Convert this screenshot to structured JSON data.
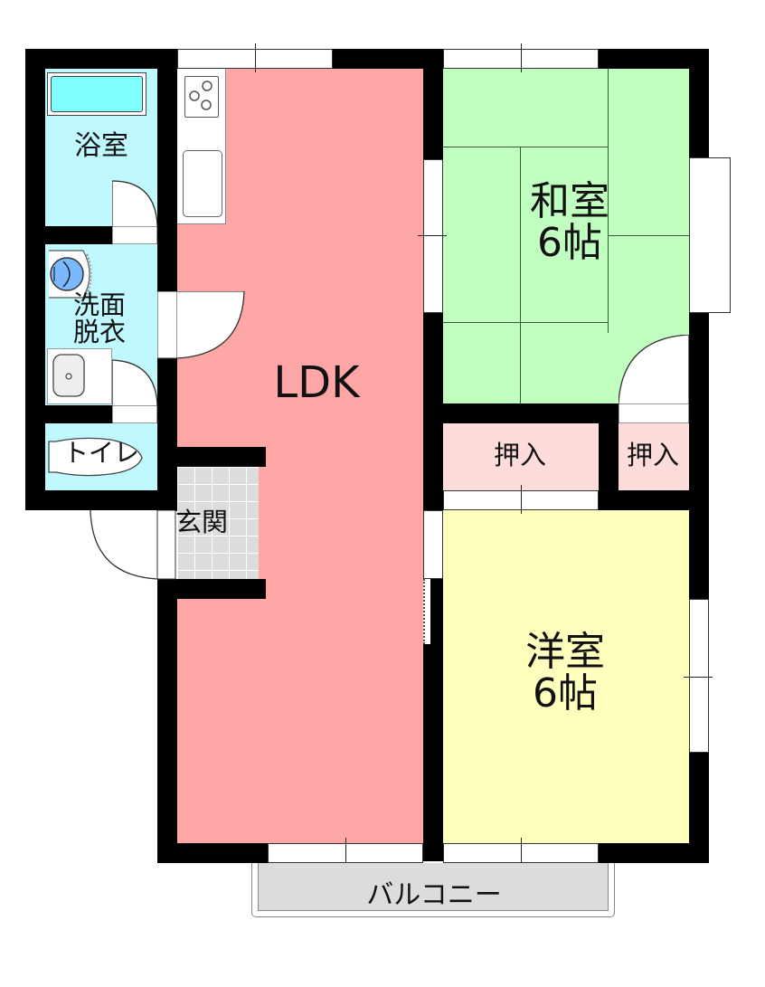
{
  "floorplan": {
    "colors": {
      "wall": "#000000",
      "ldk": "#ffa6a7",
      "washitsu": "#c0ffc0",
      "youshitsu": "#ffffbe",
      "wet_area": "#bff9ff",
      "closet": "#ffdcdc",
      "genkan": "#dcdcdc",
      "balcony": "#dcdcdc",
      "bathtub": "#80ffff",
      "washer": "#7ab8ff"
    },
    "rooms": {
      "bath": {
        "label": "浴室"
      },
      "washroom": {
        "label": "洗面\n脱衣"
      },
      "toilet": {
        "label": "トイレ"
      },
      "genkan": {
        "label": "玄関"
      },
      "ldk": {
        "label": "LDK"
      },
      "washitsu": {
        "label": "和室\n6帖"
      },
      "oshiire_1": {
        "label": "押入"
      },
      "oshiire_2": {
        "label": "押入"
      },
      "youshitsu": {
        "label": "洋室\n6帖"
      },
      "balcony": {
        "label": "バルコニー"
      }
    }
  }
}
